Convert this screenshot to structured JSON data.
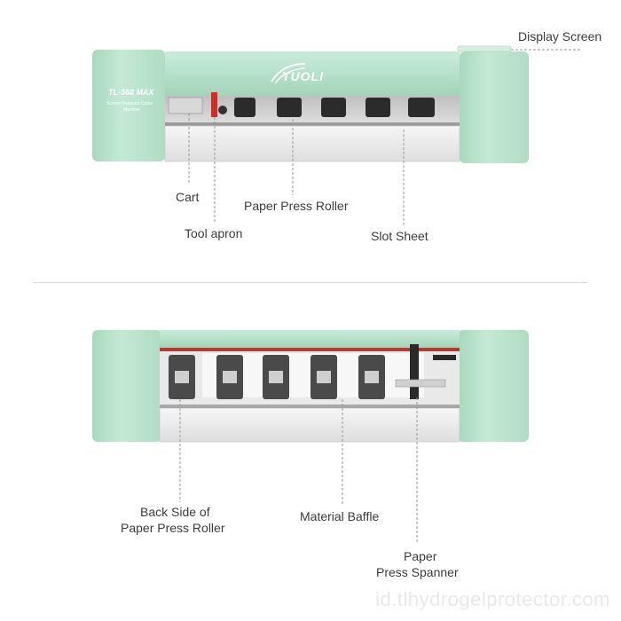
{
  "brand": {
    "logo_text": "TUOLI",
    "model": "TL-568 MAX",
    "subtitle_line1": "Screen Protector Cutter",
    "subtitle_line2": "Machine"
  },
  "colors": {
    "body_green": "#b8e2cc",
    "body_green_dark": "#a7d6bd",
    "accent_red": "#c8302c",
    "dashed_line": "#9a9a9a"
  },
  "top_labels": {
    "display_screen": "Display Screen",
    "cart": "Cart",
    "paper_press_roller": "Paper Press Roller",
    "tool_apron": "Tool apron",
    "slot_sheet": "Slot Sheet"
  },
  "bottom_labels": {
    "back_side_line1": "Back Side of",
    "back_side_line2": "Paper Press Roller",
    "material_baffle": "Material Baffle",
    "spanner_line1": "Paper",
    "spanner_line2": "Press Spanner"
  },
  "watermark": "id.tlhydrogelprotector.com"
}
